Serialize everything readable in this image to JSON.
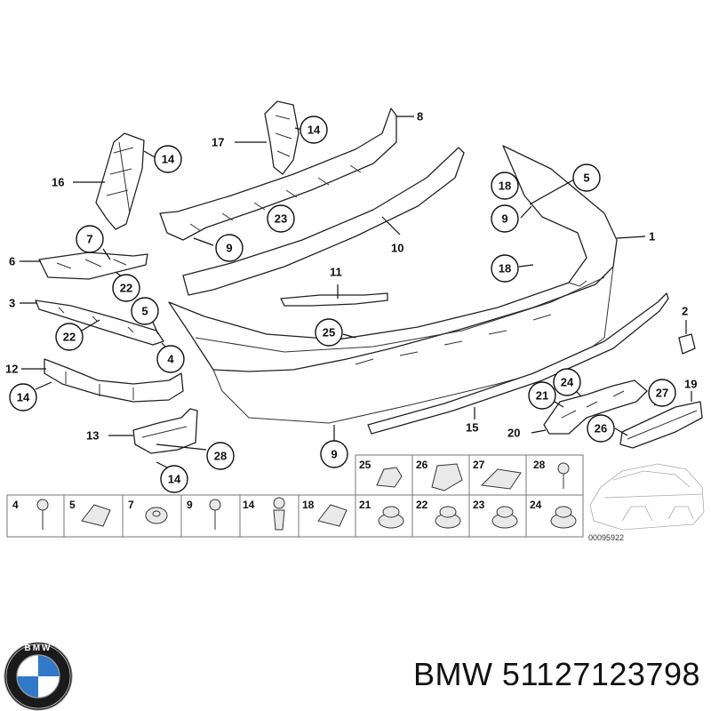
{
  "diagram": {
    "callouts": [
      {
        "id": "c14a",
        "text": "14"
      },
      {
        "id": "c16",
        "text": "16"
      },
      {
        "id": "c17",
        "text": "17"
      },
      {
        "id": "c14b",
        "text": "14"
      },
      {
        "id": "c8",
        "text": "8"
      },
      {
        "id": "c23",
        "text": "23"
      },
      {
        "id": "c9a",
        "text": "9"
      },
      {
        "id": "c10",
        "text": "10"
      },
      {
        "id": "c5a",
        "text": "5"
      },
      {
        "id": "c18a",
        "text": "18"
      },
      {
        "id": "c9b",
        "text": "9"
      },
      {
        "id": "c1",
        "text": "1"
      },
      {
        "id": "c18b",
        "text": "18"
      },
      {
        "id": "c7",
        "text": "7"
      },
      {
        "id": "c6",
        "text": "6"
      },
      {
        "id": "c22a",
        "text": "22"
      },
      {
        "id": "c11",
        "text": "11"
      },
      {
        "id": "c3",
        "text": "3"
      },
      {
        "id": "c5b",
        "text": "5"
      },
      {
        "id": "c22b",
        "text": "22"
      },
      {
        "id": "c25",
        "text": "25"
      },
      {
        "id": "c4",
        "text": "4"
      },
      {
        "id": "c2",
        "text": "2"
      },
      {
        "id": "c12",
        "text": "12"
      },
      {
        "id": "c14c",
        "text": "14"
      },
      {
        "id": "c24",
        "text": "24"
      },
      {
        "id": "c21",
        "text": "21"
      },
      {
        "id": "c27",
        "text": "27"
      },
      {
        "id": "c19",
        "text": "19"
      },
      {
        "id": "c15",
        "text": "15"
      },
      {
        "id": "c26",
        "text": "26"
      },
      {
        "id": "c20",
        "text": "20"
      },
      {
        "id": "c13",
        "text": "13"
      },
      {
        "id": "c28",
        "text": "28"
      },
      {
        "id": "c9c",
        "text": "9"
      },
      {
        "id": "c14d",
        "text": "14"
      }
    ],
    "fasteners_top_row": [
      "25",
      "26",
      "27",
      "28"
    ],
    "fasteners_bottom_row": [
      "4",
      "5",
      "7",
      "9",
      "14",
      "18",
      "21",
      "22",
      "23",
      "24"
    ],
    "diagram_code": "00095922"
  },
  "brand": {
    "logo_letters": "BMW",
    "caption": "BMW 51127123798"
  }
}
